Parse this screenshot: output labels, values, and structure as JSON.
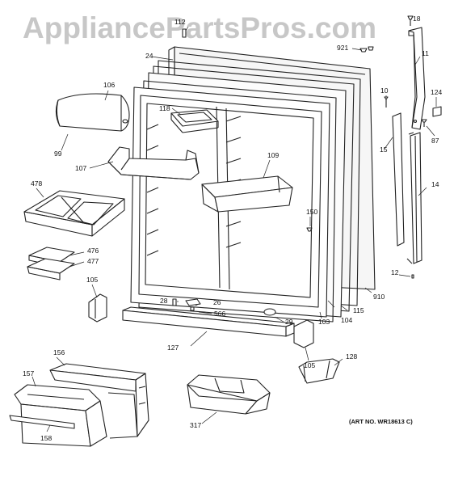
{
  "watermark": "AppliancePartsPros.com",
  "art_number": "(ART NO. WR18613 C)",
  "callouts": [
    "112",
    "18",
    "921",
    "24",
    "11",
    "106",
    "10",
    "124",
    "118",
    "87",
    "99",
    "15",
    "107",
    "109",
    "478",
    "14",
    "150",
    "476",
    "477",
    "12",
    "105",
    "910",
    "28",
    "26",
    "566",
    "115",
    "104",
    "103",
    "29",
    "127",
    "105",
    "128",
    "156",
    "157",
    "158",
    "317"
  ]
}
